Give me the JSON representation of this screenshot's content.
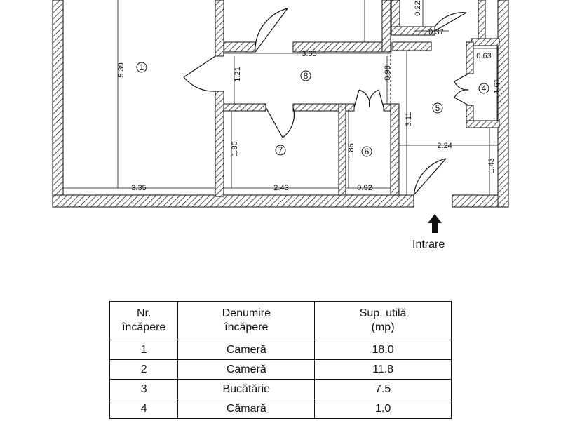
{
  "plan": {
    "entrance_label": "Intrare",
    "dimensions": {
      "d539": "5.39",
      "d335": "3.35",
      "d365": "3.65",
      "d121": "1.21",
      "d098": "0.98",
      "d180": "1.80",
      "d243": "2.43",
      "d186": "1.86",
      "d092": "0.92",
      "d311": "3.11",
      "d224": "2.24",
      "d143": "1.43",
      "d063": "0.63",
      "d161": "1.61",
      "d022": "0.22",
      "d037": "0.37"
    },
    "room_numbers": {
      "r1": "1",
      "r4": "4",
      "r5": "5",
      "r6": "6",
      "r7": "7",
      "r8": "8"
    }
  },
  "table": {
    "headers": [
      "Nr.\nîncăpere",
      "Denumire\nîncăpere",
      "Sup. utilă\n(mp)"
    ],
    "rows": [
      [
        "1",
        "Cameră",
        "18.0"
      ],
      [
        "2",
        "Cameră",
        "11.8"
      ],
      [
        "3",
        "Bucătărie",
        "7.5"
      ],
      [
        "4",
        "Cămară",
        "1.0"
      ]
    ]
  }
}
